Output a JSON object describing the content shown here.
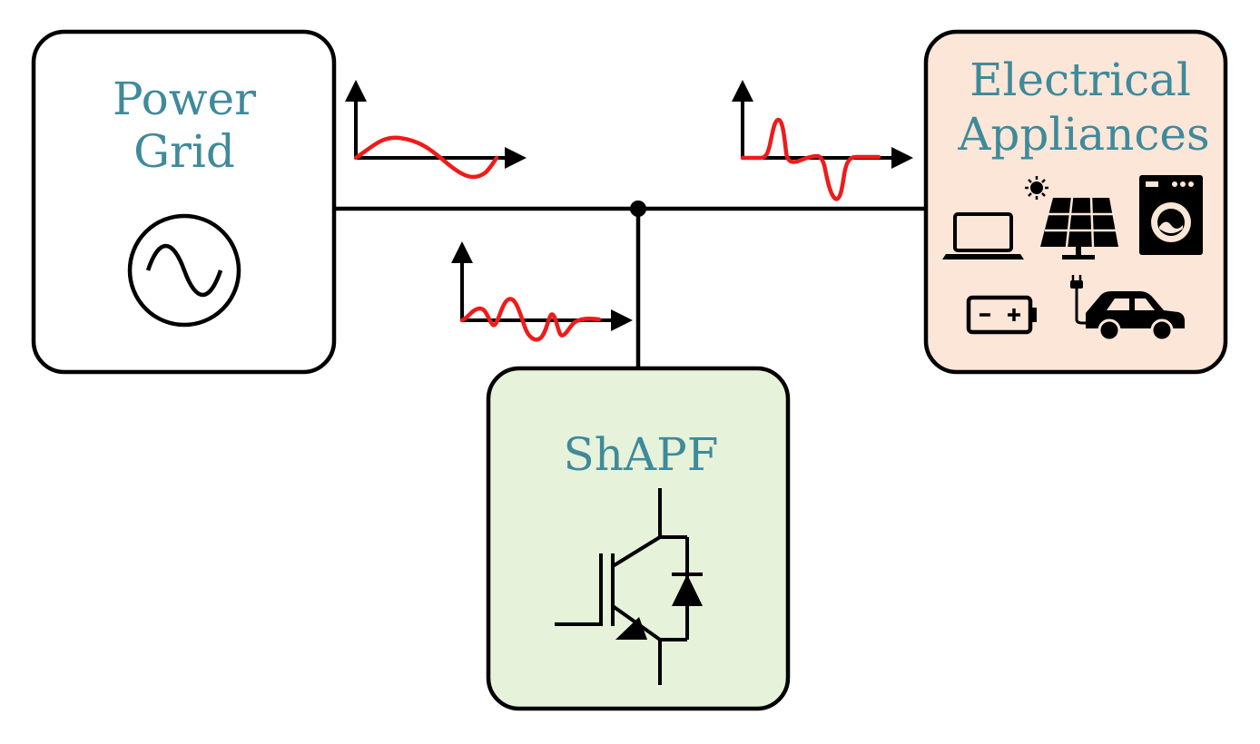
{
  "diagram": {
    "power_grid": {
      "title_line1": "Power",
      "title_line2": "Grid",
      "icon": "ac-source-icon"
    },
    "electrical_appliances": {
      "title_line1": "Electrical",
      "title_line2": "Appliances",
      "icons": [
        "laptop-icon",
        "solar-panel-icon",
        "washing-machine-icon",
        "battery-icon",
        "electric-car-icon"
      ]
    },
    "shapf": {
      "title": "ShAPF",
      "icon": "igbt-with-diode-icon"
    },
    "waveforms": [
      "grid-current-sine",
      "load-current-distorted",
      "compensation-current"
    ],
    "colors": {
      "title_text": "#3f8a9b",
      "power_grid_fill": "#ffffff",
      "appliances_fill": "#fce6d8",
      "shapf_fill": "#e6f2da",
      "waveform": "#ef1b1b",
      "lines": "#000000"
    }
  }
}
